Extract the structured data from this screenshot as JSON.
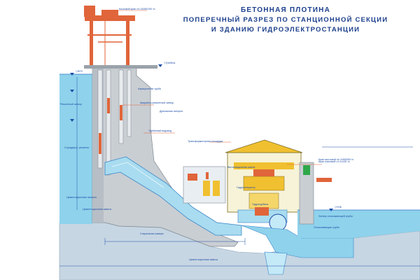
{
  "title": {
    "line1": "БЕТОННАЯ ПЛОТИНА",
    "line2": "ПОПЕРЕЧНЫЙ РАЗРЕЗ ПО СТАНЦИОННОЙ СЕКЦИИ",
    "line3": "И ЗДАНИЮ ГИДРОЭЛЕКТРОСТАНЦИИ"
  },
  "colors": {
    "title": "#1c3f8c",
    "water": "#8fd2ec",
    "water_light": "#c4e9f7",
    "concrete": "#c9ced3",
    "concrete_dark": "#9aa2aa",
    "structure_red": "#e0653a",
    "building_yellow": "#f0c030",
    "green_roof": "#2fa84a",
    "ground": "#c7d6e3",
    "dimension_blue": "#1e4ea8"
  },
  "labels": {
    "crane_top": "Козловой кран г/п 2х250/100 тс",
    "trash_rack": "Сороудерж. решетка",
    "repair_gate": "Ремонтный затвор",
    "aeration_pipe": "Аэрационная труба",
    "emergency_gate": "Аварийно-ремонтный затвор",
    "penstock": "Турбинный водовод",
    "drainage": "Дренажная галерея",
    "transformer_bay": "Трансформаторная площадка",
    "bridge_crane": "Кран мостовой г/п 2х500/50 тс",
    "generator": "Гидрогенератор",
    "turbine": "Гидротурбина",
    "draft_tube": "Отсасывающая труба",
    "gallery": "Цементационная галерея",
    "grout_curtain": "Цементационная завеса",
    "spiral_case": "Спиральная камера",
    "draft_gate": "Затвор отсасывающей трубы",
    "crane_tail": "Кран козловой г/п 1х140 тс",
    "foundation": "Цементационная завеса",
    "vent_shaft": "Вентиляционная шахта"
  },
  "levels": {
    "nwl": "▽НПУ",
    "twl": "▽УНБ",
    "crest": "▽Гребень"
  }
}
